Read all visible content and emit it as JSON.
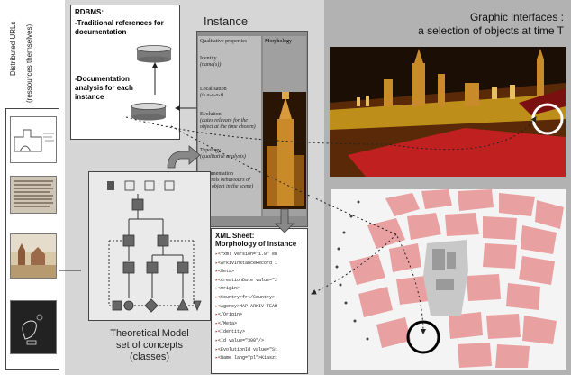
{
  "urls": {
    "label": "Distributed URLs",
    "sublabel": "(ressources themselves)"
  },
  "rdbms": {
    "title": "RDBMS:",
    "item1": "-Traditional references for documentation",
    "item2": "-Documentation analysis for each instance"
  },
  "instance": {
    "title": "Instance",
    "col_left": "Qualitative properties",
    "col_right": "Morphology",
    "properties": [
      {
        "name": "Identity",
        "desc": "(name(s))"
      },
      {
        "name": "Localisation",
        "desc": "(is a-a-a-t)"
      },
      {
        "name": "Evolution",
        "desc": "(dates relevant for the object at the time chosen)"
      },
      {
        "name": "Typology",
        "desc": "(qualitative analysis)"
      },
      {
        "name": "Documentation",
        "desc": "(controls behaviours of each object in the scene)"
      }
    ]
  },
  "theory": {
    "caption_line1": "Theoretical Model",
    "caption_line2": "set of concepts",
    "caption_line3": "(classes)"
  },
  "xml": {
    "title_line1": "XML Sheet:",
    "title_line2": "Morphology of instance",
    "lines": [
      "<?xml version=\"1.0\" en",
      "<ArkivInstanceRecord i",
      "<Meta>",
      "<CreationDate value=\"2",
      "<Origin>",
      "<Country>fr</Country>",
      "<Agency>MAP-ARKIV TEAM",
      "</Origin>",
      "</Meta>",
      "<Identity>",
      "<Id value=\"300\"/>",
      "<EvolutionId value=\"St",
      "<Name lang=\"pl\">Kiaszt"
    ]
  },
  "graphic": {
    "title_line1": "Graphic interfaces :",
    "title_line2": "a selection of objects at time T"
  },
  "colors": {
    "map_block": "#e8a0a0",
    "scene_ground": "#c02020",
    "panel_gray": "#8c8c8c"
  }
}
